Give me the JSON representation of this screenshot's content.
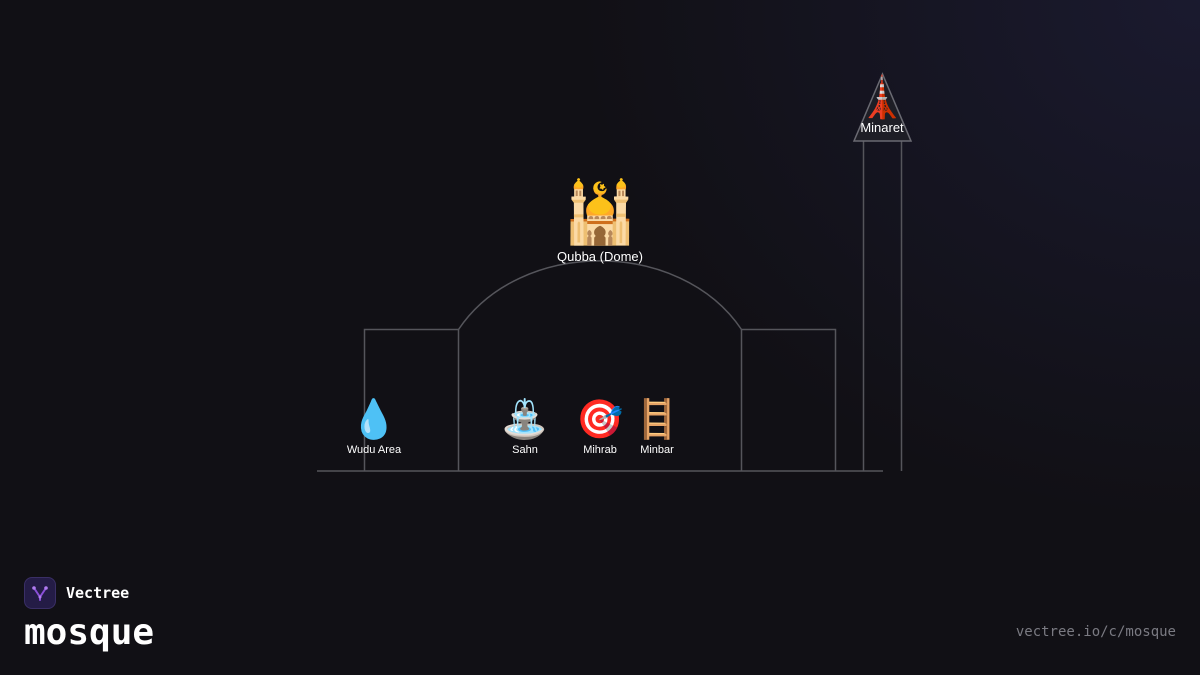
{
  "diagram": {
    "parts": {
      "dome": {
        "glyph": "🕌",
        "label": "Qubba (Dome)"
      },
      "minaret": {
        "glyph": "🗼",
        "label": "Minaret"
      },
      "wudu": {
        "glyph": "💧",
        "label": "Wudu Area"
      },
      "sahn": {
        "glyph": "⛲",
        "label": "Sahn"
      },
      "mihrab": {
        "glyph": "🎯",
        "label": "Mihrab"
      },
      "minbar": {
        "glyph": "🪜",
        "label": "Minbar"
      }
    },
    "colors": {
      "background": "#111015",
      "line": "#5a5a60",
      "text": "#ffffff"
    }
  },
  "brand": {
    "name": "Vectree",
    "logo_icon": "vectree-logo-icon",
    "title": "mosque",
    "accent": "#8a4fd8"
  },
  "footer": {
    "url": "vectree.io/c/mosque",
    "url_color": "#7a7a82"
  }
}
